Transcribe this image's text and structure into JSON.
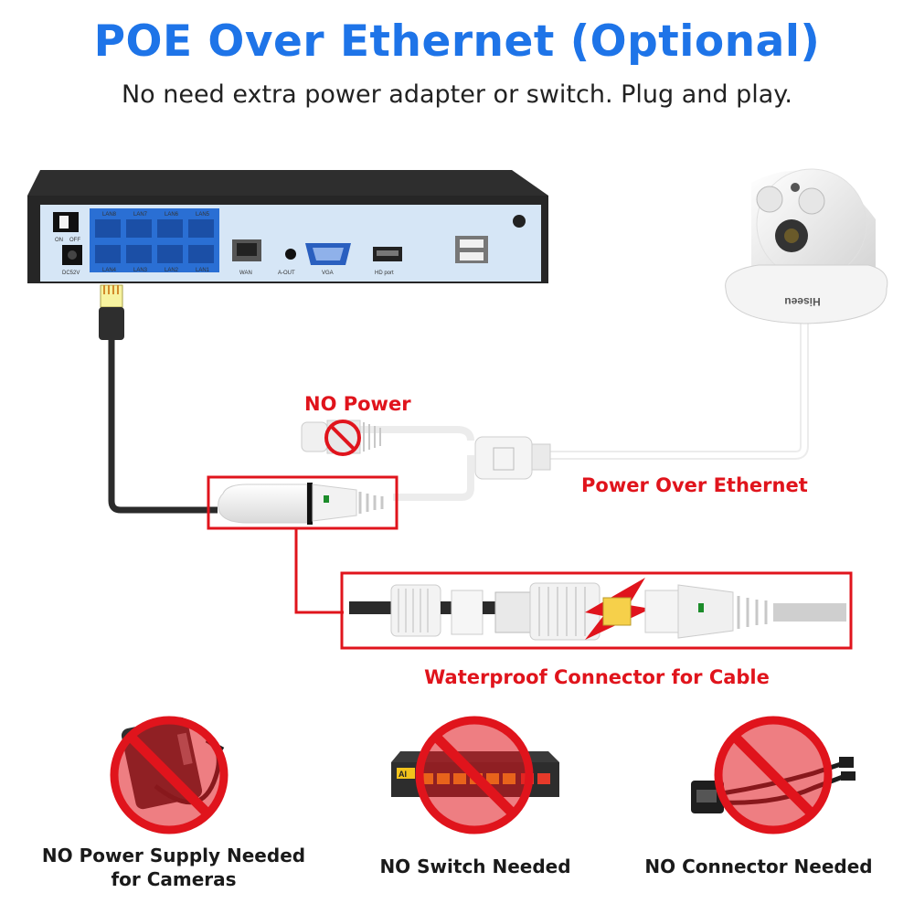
{
  "header": {
    "title": "POE Over Ethernet (Optional)",
    "subtitle": "No need extra power adapter or switch. Plug and play."
  },
  "nvr": {
    "ports": {
      "lan_top": [
        "LAN8",
        "LAN7",
        "LAN6",
        "LAN5"
      ],
      "lan_bottom": [
        "LAN4",
        "LAN3",
        "LAN2",
        "LAN1"
      ],
      "power_on": "ON",
      "power_off": "OFF",
      "dc": "DC52V",
      "wan": "WAN",
      "audio": "A-OUT",
      "vga": "VGA",
      "hdmi": "HD port"
    }
  },
  "camera": {
    "brand": "Hiseeu"
  },
  "labels": {
    "no_power": "NO Power",
    "power_over_ethernet": "Power Over Ethernet",
    "waterproof": "Waterproof Connector for Cable"
  },
  "bottom": {
    "items": [
      {
        "line1": "NO Power Supply Needed",
        "line2": "for Cameras"
      },
      {
        "line1": "NO Switch Needed",
        "line2": ""
      },
      {
        "line1": "NO Connector Needed",
        "line2": ""
      }
    ],
    "switch_logo": "AI"
  },
  "colors": {
    "title_blue": "#1e74e8",
    "red": "#e0141c",
    "nvr_panel": "#d6e6f6"
  }
}
